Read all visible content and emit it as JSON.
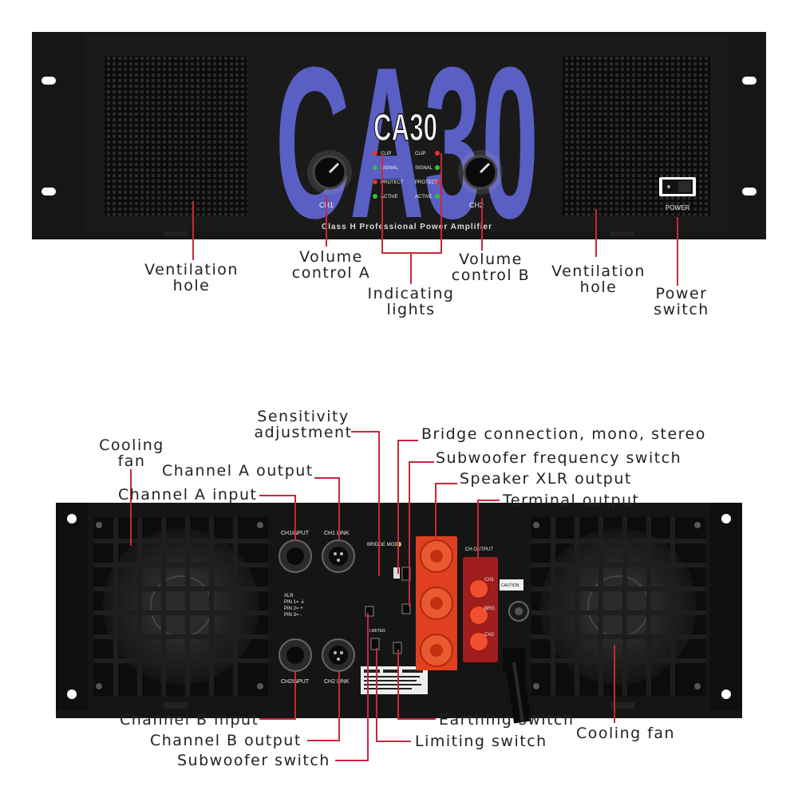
{
  "front_panel": {
    "model_big": "CA30",
    "model_small": "CA30",
    "subtitle": "Class H Professional Power Amplifier",
    "power_caption": "POWER",
    "ch1_caption": "CH1",
    "ch2_caption": "CH2",
    "led_labels": [
      "CLIP",
      "SIGNAL",
      "PROTECT",
      "ACTIVE"
    ]
  },
  "rear_panel": {
    "ch1_input": "CH1INPUT",
    "ch1_link": "CH1 LINK",
    "ch2_input": "CH2INPUT",
    "ch2_link": "CH2 LINK",
    "bridge_mode": "BRIDGE MODE",
    "ch_output": "CH OUTPUT",
    "caution": "CAUTION",
    "ch1": "CH1",
    "brg": "BRG",
    "ch2": "CH2",
    "limiter": "LIMITER",
    "xlr_pins": "XLR\nPIN 1= ⏚\nPIN 2= +\nPIN 3= -"
  },
  "labels": {
    "ventilation_hole_left": "Ventilation\nhole",
    "volume_a": "Volume\ncontrol A",
    "indicating_lights": "Indicating\nlights",
    "volume_b": "Volume\ncontrol B",
    "ventilation_hole_right": "Ventilation\nhole",
    "power_switch": "Power\nswitch",
    "sensitivity": "Sensitivity\nadjustment",
    "bridge_connection": "Bridge connection, mono, stereo",
    "subwoofer_freq": "Subwoofer frequency switch",
    "speaker_xlr": "Speaker XLR output",
    "terminal_output": "Terminal output",
    "cooling_fan_left": "Cooling\nfan",
    "channel_a_output": "Channel A output",
    "channel_a_input": "Channel A input",
    "channel_b_input": "Channel B input",
    "channel_b_output": "Channel B output",
    "subwoofer_switch": "Subwoofer switch",
    "earthing_switch": "Earthing switch",
    "limiting_switch": "Limiting switch",
    "cooling_fan_right": "Cooling fan"
  },
  "colors": {
    "accent_line": "#c8283a",
    "logo_blue": "#5a5fc4",
    "chassis": "#141414",
    "speakon_red": "#e04020"
  }
}
